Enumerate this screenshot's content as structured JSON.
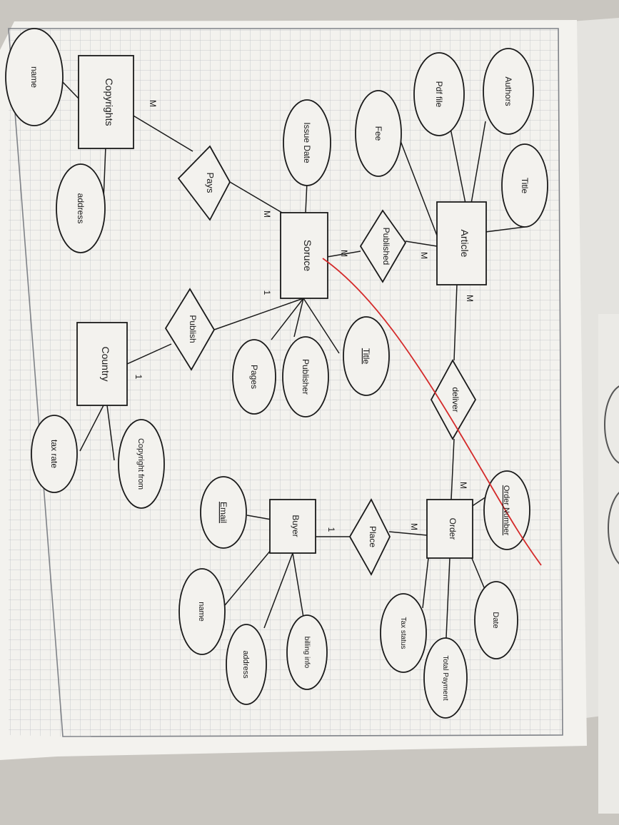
{
  "colors": {
    "background": "#c9c6c0",
    "paper": "#f3f2ee",
    "grid": "#b9bcc2",
    "ink": "#1a1a1a",
    "annotation_red": "#d42a2a"
  },
  "entities": {
    "copyrights": "Copyrights",
    "article": "Article",
    "source": "Soruce",
    "country": "Country",
    "buyer": "Buyer",
    "order": "Order"
  },
  "relationships": {
    "pays": "Pays",
    "published": "Published",
    "publish": "Publish",
    "deliver": "deliver",
    "place": "Place"
  },
  "attributes": {
    "copyrights_name": "name",
    "copyrights_address": "address",
    "authors": "Authors",
    "pdf_file": "Pdf file",
    "fee": "Fee",
    "issue_date": "Issue Date",
    "article_title": "Title",
    "source_title": "Title",
    "publisher": "Publisher",
    "pages": "Pages",
    "copyright_from": "Copyright from",
    "tax_rate": "tax rate",
    "email": "Email",
    "buyer_name": "name",
    "buyer_address": "address",
    "billing_info": "billing info",
    "order_number": "Order Number",
    "date": "Date",
    "total_payment": "Total Payment",
    "tax_status": "Tax status"
  },
  "cardinalities": {
    "copyrights_pays": "M",
    "source_pays": "M",
    "article_published": "M",
    "source_published": "M",
    "source_publish": "1",
    "country_publish": "1",
    "article_deliver": "M",
    "order_deliver": "M",
    "order_place": "M",
    "buyer_place": "1"
  }
}
